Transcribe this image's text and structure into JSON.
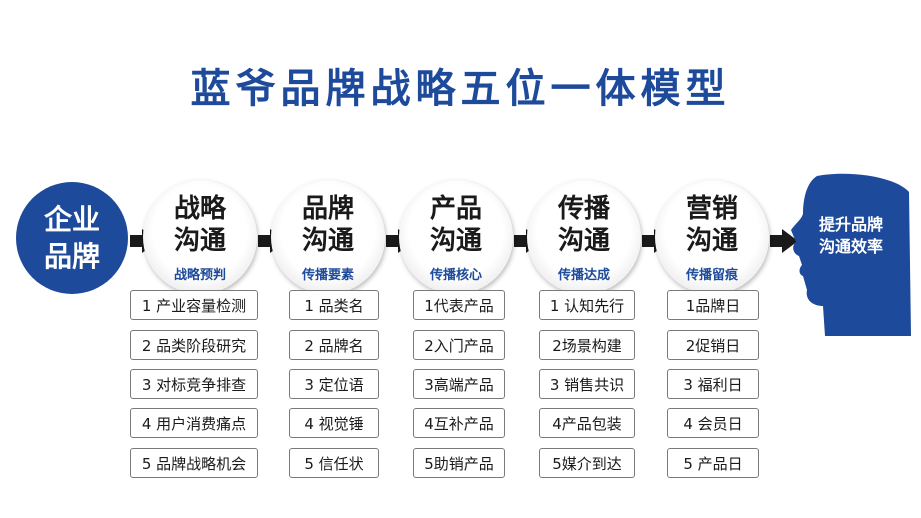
{
  "title": "蓝爷品牌战略五位一体模型",
  "start": {
    "line1": "企业",
    "line2": "品牌"
  },
  "stages": [
    {
      "line1": "战略",
      "line2": "沟通",
      "sub": "战略预判",
      "items": [
        "1 产业容量检测",
        "2 品类阶段研究",
        "3 对标竞争排查",
        "4 用户消费痛点",
        "5 品牌战略机会"
      ]
    },
    {
      "line1": "品牌",
      "line2": "沟通",
      "sub": "传播要素",
      "items": [
        "1 品类名",
        "2 品牌名",
        "3 定位语",
        "4 视觉锤",
        "5 信任状"
      ]
    },
    {
      "line1": "产品",
      "line2": "沟通",
      "sub": "传播核心",
      "items": [
        "1代表产品",
        "2入门产品",
        "3高端产品",
        "4互补产品",
        "5助销产品"
      ]
    },
    {
      "line1": "传播",
      "line2": "沟通",
      "sub": "传播达成",
      "items": [
        "1 认知先行",
        "2场景构建",
        "3 销售共识",
        "4产品包装",
        "5媒介到达"
      ]
    },
    {
      "line1": "营销",
      "line2": "沟通",
      "sub": "传播留痕",
      "items": [
        "1品牌日",
        "2促销日",
        "3 福利日",
        "4 会员日",
        "5 产品日"
      ]
    }
  ],
  "end": {
    "line1": "提升品牌",
    "line2": "沟通效率"
  },
  "colors": {
    "brand_blue": "#1d4a9a",
    "arrow": "#1a1a1a",
    "box_border": "#7a7a7a"
  }
}
